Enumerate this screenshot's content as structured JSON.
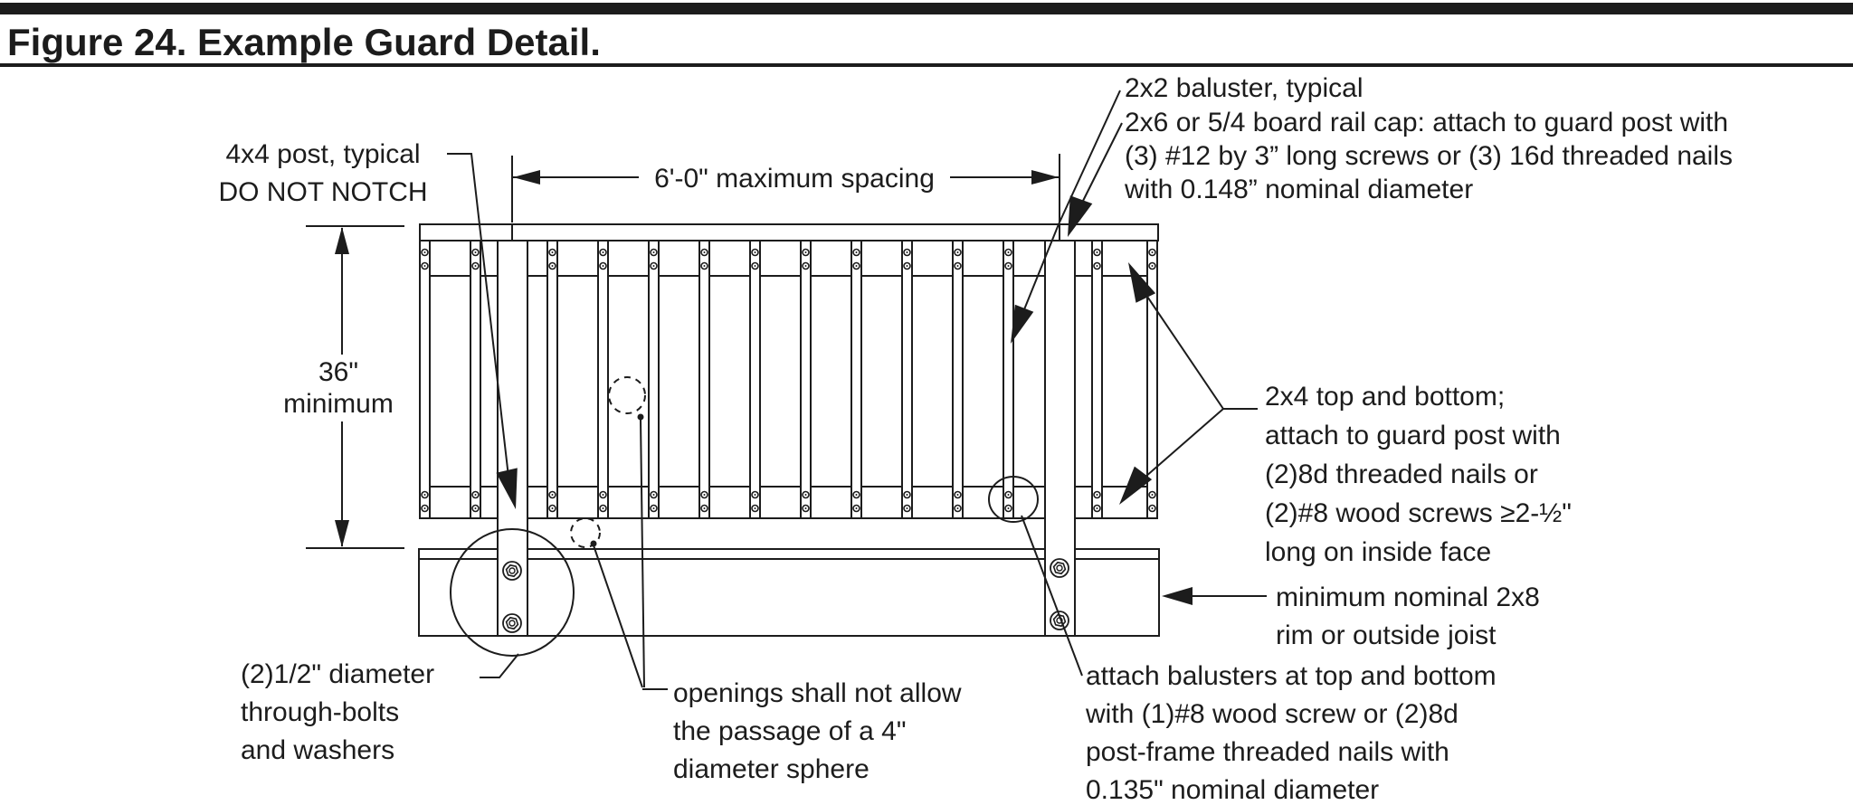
{
  "title": "Figure 24. Example Guard Detail.",
  "colors": {
    "ink": "#1c1c1c",
    "paper": "#ffffff"
  },
  "dimensions": {
    "guard_height": {
      "lines": [
        "36\"",
        "minimum"
      ]
    },
    "post_spacing": {
      "label": "6'-0\" maximum spacing"
    }
  },
  "annotations": {
    "post": {
      "lines": [
        "4x4 post, typical",
        "DO NOT NOTCH"
      ]
    },
    "baluster": {
      "label": "2x2 baluster, typical"
    },
    "rail_cap": {
      "lines": [
        "2x6 or 5/4 board rail cap: attach to guard post with",
        "(3) #12 by 3” long screws or (3) 16d threaded nails",
        "with 0.148” nominal diameter"
      ]
    },
    "rail_2x4": {
      "lines": [
        "2x4 top and bottom;",
        "attach to guard post with",
        "(2)8d threaded nails or",
        "(2)#8 wood screws ≥2-½\"",
        "long on inside face"
      ]
    },
    "rim_joist": {
      "lines": [
        "minimum nominal 2x8",
        "rim or outside joist"
      ]
    },
    "through_bolts": {
      "lines": [
        "(2)1/2\" diameter",
        "through-bolts",
        "and washers"
      ]
    },
    "openings": {
      "lines": [
        "openings shall not allow",
        "the passage of a 4\"",
        "diameter sphere"
      ]
    },
    "attach_balusters": {
      "lines": [
        "attach balusters at top and bottom",
        "with (1)#8 wood screw or (2)8d",
        "post-frame threaded nails with",
        "0.135\" nominal diameter"
      ]
    }
  }
}
